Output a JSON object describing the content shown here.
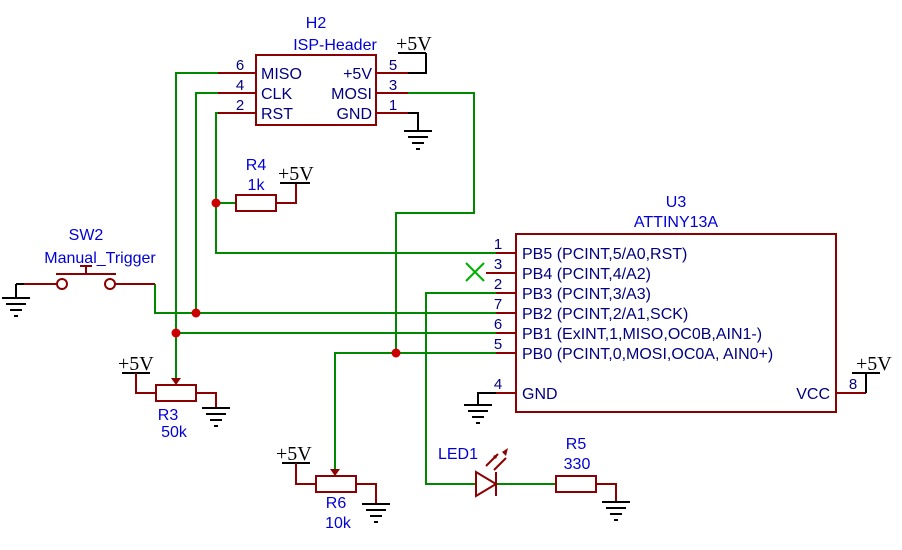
{
  "h2": {
    "ref": "H2",
    "value": "ISP-Header",
    "pins": [
      {
        "num": "6",
        "name": "MISO"
      },
      {
        "num": "4",
        "name": "CLK"
      },
      {
        "num": "2",
        "name": "RST"
      },
      {
        "num": "5",
        "name": "+5V"
      },
      {
        "num": "3",
        "name": "MOSI"
      },
      {
        "num": "1",
        "name": "GND"
      }
    ]
  },
  "u3": {
    "ref": "U3",
    "value": "ATTINY13A",
    "left_pins": [
      {
        "num": "1",
        "name": "PB5 (PCINT,5/A0,RST)"
      },
      {
        "num": "3",
        "name": "PB4 (PCINT,4/A2)"
      },
      {
        "num": "2",
        "name": "PB3 (PCINT,3/A3)"
      },
      {
        "num": "7",
        "name": "PB2 (PCINT,2/A1,SCK)"
      },
      {
        "num": "6",
        "name": "PB1 (ExINT,1,MISO,OC0B,AIN1-)"
      },
      {
        "num": "5",
        "name": "PB0 (PCINT,0,MOSI,OC0A, AIN0+)"
      },
      {
        "num": "4",
        "name": "GND"
      }
    ],
    "right_pins": [
      {
        "num": "8",
        "name": "VCC"
      }
    ]
  },
  "r4": {
    "ref": "R4",
    "value": "1k"
  },
  "r3": {
    "ref": "R3",
    "value": "50k"
  },
  "r6": {
    "ref": "R6",
    "value": "10k"
  },
  "r5": {
    "ref": "R5",
    "value": "330"
  },
  "led1": {
    "ref": "LED1"
  },
  "sw2": {
    "ref": "SW2",
    "value": "Manual_Trigger"
  },
  "power": {
    "vcc_label": "+5V"
  },
  "colors": {
    "wire": "#008800",
    "component": "#8b0000",
    "label": "#000080",
    "junction": "#cc0000",
    "ground": "#000000"
  },
  "icons": [
    "ground-icon",
    "power-flag-icon",
    "no-connect-icon",
    "led-icon",
    "resistor-icon",
    "potentiometer-icon",
    "push-button-icon"
  ]
}
